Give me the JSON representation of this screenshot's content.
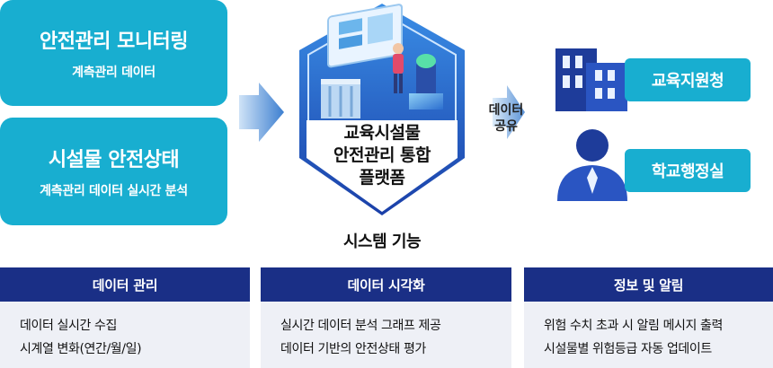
{
  "left_boxes": [
    {
      "title": "안전관리 모니터링",
      "subtitle": "계측관리 데이터"
    },
    {
      "title": "시설물 안전상태",
      "subtitle": "계측관리 데이터 실시간 분석"
    }
  ],
  "platform": {
    "lines": [
      "교육시설물",
      "안전관리 통합",
      "플랫폼"
    ],
    "caption": "시스템 기능"
  },
  "share": {
    "lines": [
      "데이터",
      "공유"
    ]
  },
  "recipients": [
    {
      "label": "교육지원청",
      "icon": "building-icon"
    },
    {
      "label": "학교행정실",
      "icon": "person-icon"
    }
  ],
  "panels": [
    {
      "title": "데이터 관리",
      "items": [
        "데이터 실시간 수집",
        "시계열 변화(연간/월/일)"
      ]
    },
    {
      "title": "데이터 시각화",
      "items": [
        "실시간 데이터 분석 그래프 제공",
        "데이터 기반의 안전상태 평가"
      ]
    },
    {
      "title": "정보 및 알림",
      "items": [
        "위험 수치 초과 시 알림 메시지 출력",
        "시설물별 위험등급 자동 업데이트"
      ]
    }
  ],
  "colors": {
    "accent": "#18aed0",
    "navy": "#1a2f86",
    "panel_bg": "#eef0f6",
    "arrow": "#4a86d4"
  }
}
